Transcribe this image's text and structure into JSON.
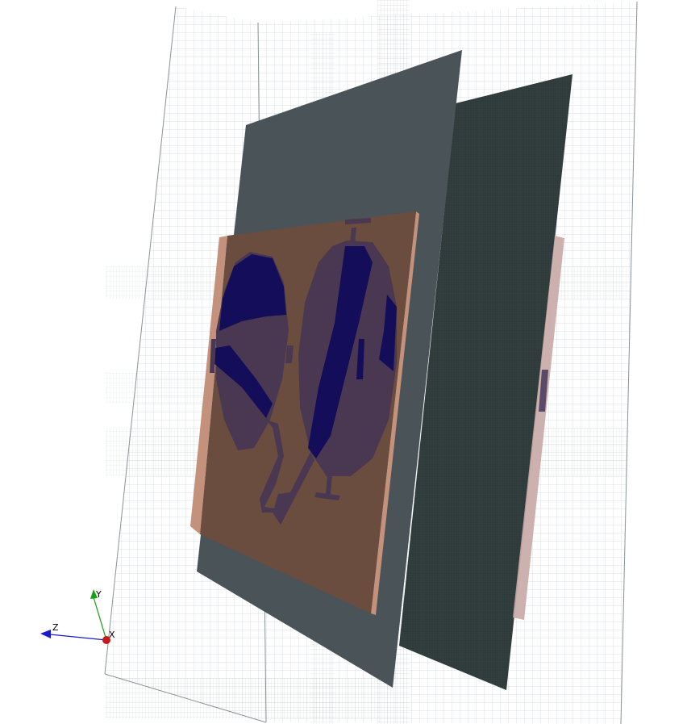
{
  "viewport": {
    "background": "#ffffff"
  },
  "scene": {
    "mesh_grid_color": "#9aa2a6",
    "ground_plane_color": "#4a5358",
    "back_plane_color": "#2f3a3a",
    "substrate_color": "#6b4d3f",
    "substrate_edge_color": "#c4917c",
    "rear_substrate_color": "#c8a9a5",
    "patch_color": "#4a3752",
    "field_color": "#140d59"
  },
  "axes": {
    "y_label": "Y",
    "z_label": "Z",
    "x_label": "X",
    "y_color": "#16a016",
    "z_color": "#1a1ad0",
    "x_color": "#c41a1a"
  }
}
